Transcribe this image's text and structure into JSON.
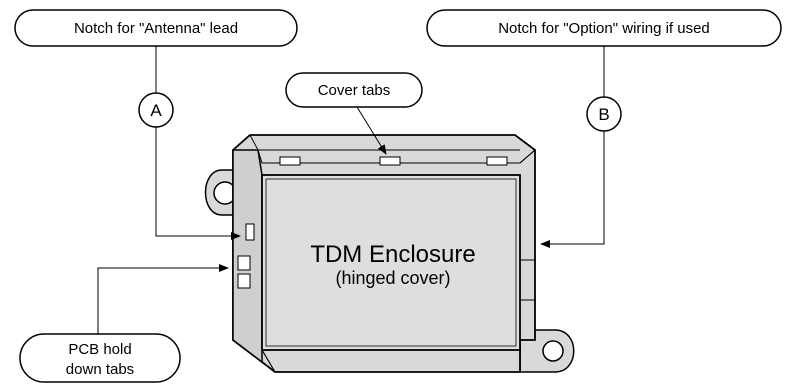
{
  "callouts": {
    "antenna_notch": "Notch for \"Antenna\" lead",
    "option_notch": "Notch for \"Option\" wiring if used",
    "cover_tabs": "Cover tabs",
    "pcb_tabs_line1": "PCB hold",
    "pcb_tabs_line2": "down tabs"
  },
  "markers": {
    "a": "A",
    "b": "B"
  },
  "enclosure": {
    "title": "TDM Enclosure",
    "subtitle": "(hinged cover)"
  },
  "colors": {
    "body_fill": "#d9d9d9",
    "face_fill": "#dedede",
    "outline": "#000000",
    "background": "#ffffff"
  }
}
